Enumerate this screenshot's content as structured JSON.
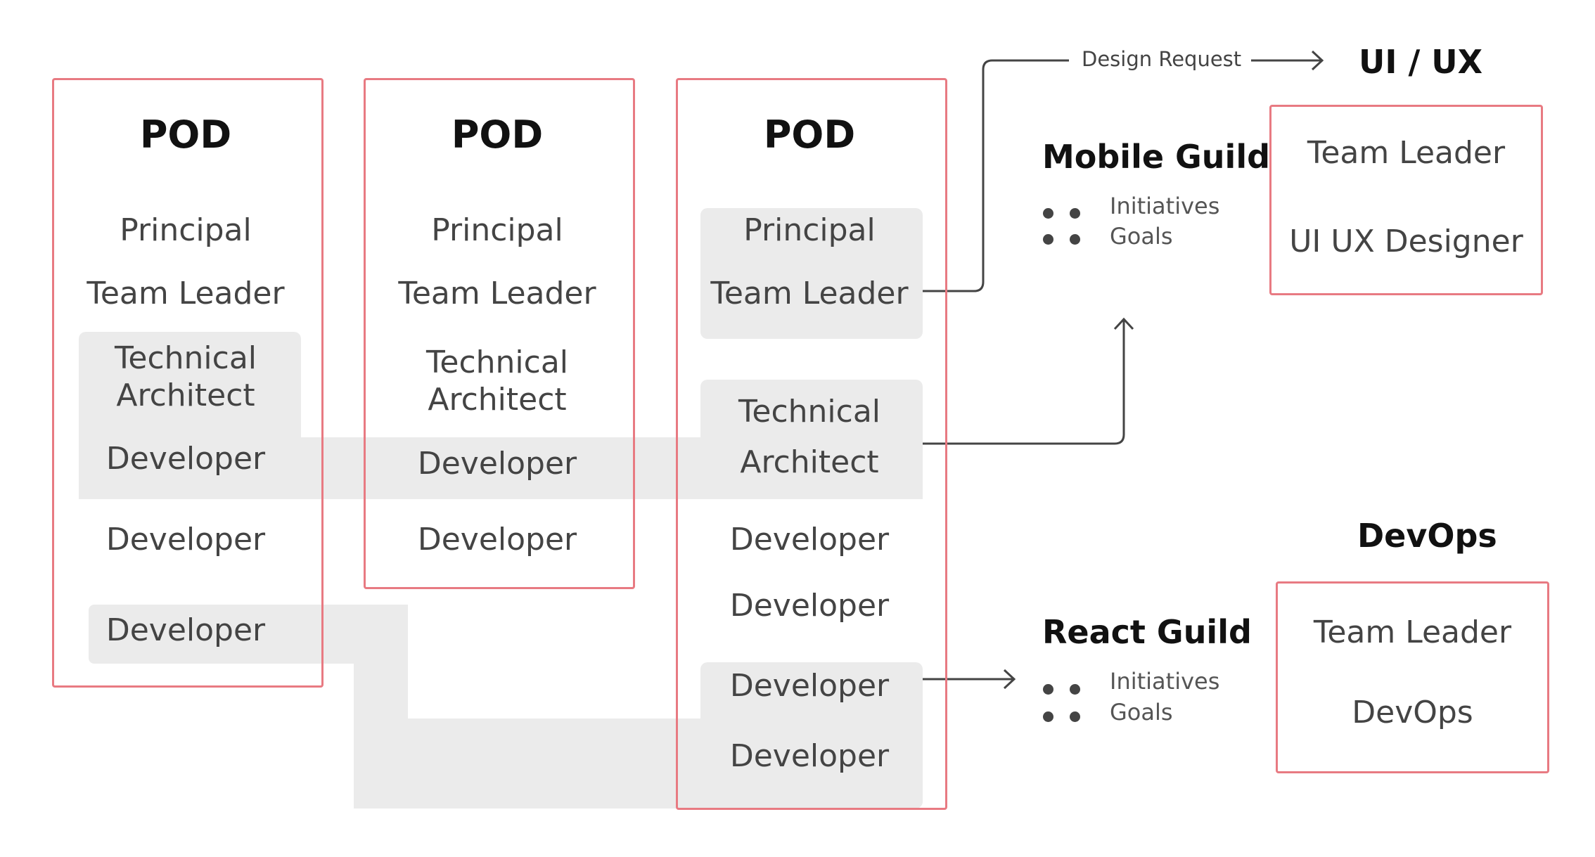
{
  "pods": [
    {
      "title": "POD",
      "roles": [
        "Principal",
        "Team Leader",
        "Technical Architect",
        "Developer",
        "Developer",
        "Developer"
      ]
    },
    {
      "title": "POD",
      "roles": [
        "Principal",
        "Team Leader",
        "Technical Architect",
        "Developer",
        "Developer"
      ]
    },
    {
      "title": "POD",
      "roles": [
        "Principal",
        "Team Leader",
        "Technical",
        "Architect",
        "Developer",
        "Developer",
        "Developer",
        "Developer"
      ]
    }
  ],
  "design_request_label": "Design Request",
  "ui_ux": {
    "title": "UI / UX",
    "roles": [
      "Team Leader",
      "UI UX Designer"
    ]
  },
  "mobile_guild": {
    "title": "Mobile Guild",
    "items": [
      "Initiatives",
      "Goals"
    ]
  },
  "react_guild": {
    "title": "React Guild",
    "items": [
      "Initiatives",
      "Goals"
    ]
  },
  "devops": {
    "title": "DevOps",
    "roles": [
      "Team Leader",
      "DevOps"
    ]
  },
  "colors": {
    "box_border": "#e87a82",
    "band_fill": "#ebebeb",
    "line": "#444444"
  }
}
